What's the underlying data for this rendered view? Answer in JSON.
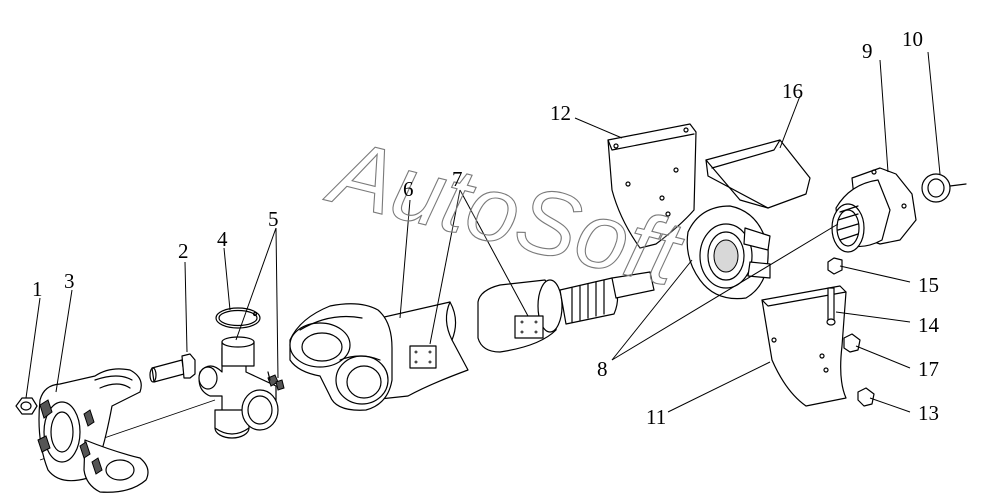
{
  "watermark": "AutoSoft",
  "labels": {
    "l1": "1",
    "l2": "2",
    "l3": "3",
    "l4": "4",
    "l5": "5",
    "l6": "6",
    "l7": "7",
    "l8": "8",
    "l9": "9",
    "l10": "10",
    "l11": "11",
    "l12": "12",
    "l13": "13",
    "l14": "14",
    "l15": "15",
    "l16": "16",
    "l17": "17"
  },
  "colors": {
    "line": "#000000",
    "background": "#ffffff",
    "watermark": "#7a7a7a"
  }
}
